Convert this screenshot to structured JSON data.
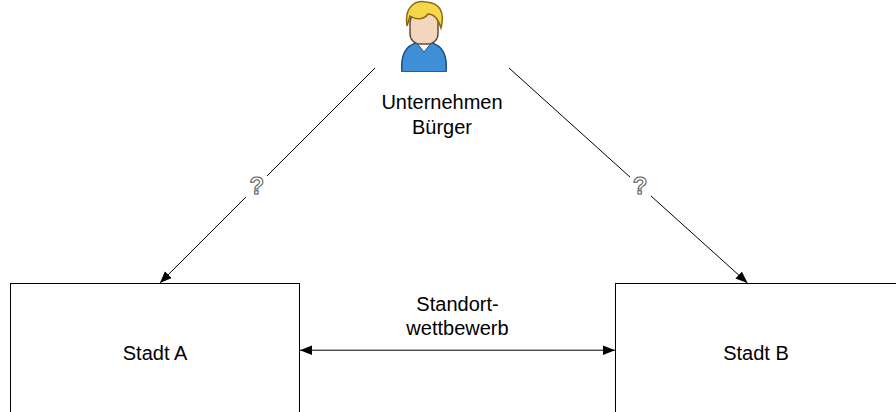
{
  "diagram": {
    "nodes": [
      {
        "text": [
          "Unternehmen Bürger"
        ]
      },
      {
        "text": [
          "Stadt A"
        ]
      },
      {
        "text": [
          "Stadt B"
        ]
      }
    ],
    "edges": [
      {
        "from": 0,
        "to": 1,
        "arrow": "to",
        "label": "?"
      },
      {
        "from": 0,
        "to": 2,
        "arrow": "to",
        "label": "?"
      },
      {
        "from": 1,
        "to": 2,
        "arrow": "both",
        "label": "Standort- wettbewerb"
      }
    ]
  }
}
